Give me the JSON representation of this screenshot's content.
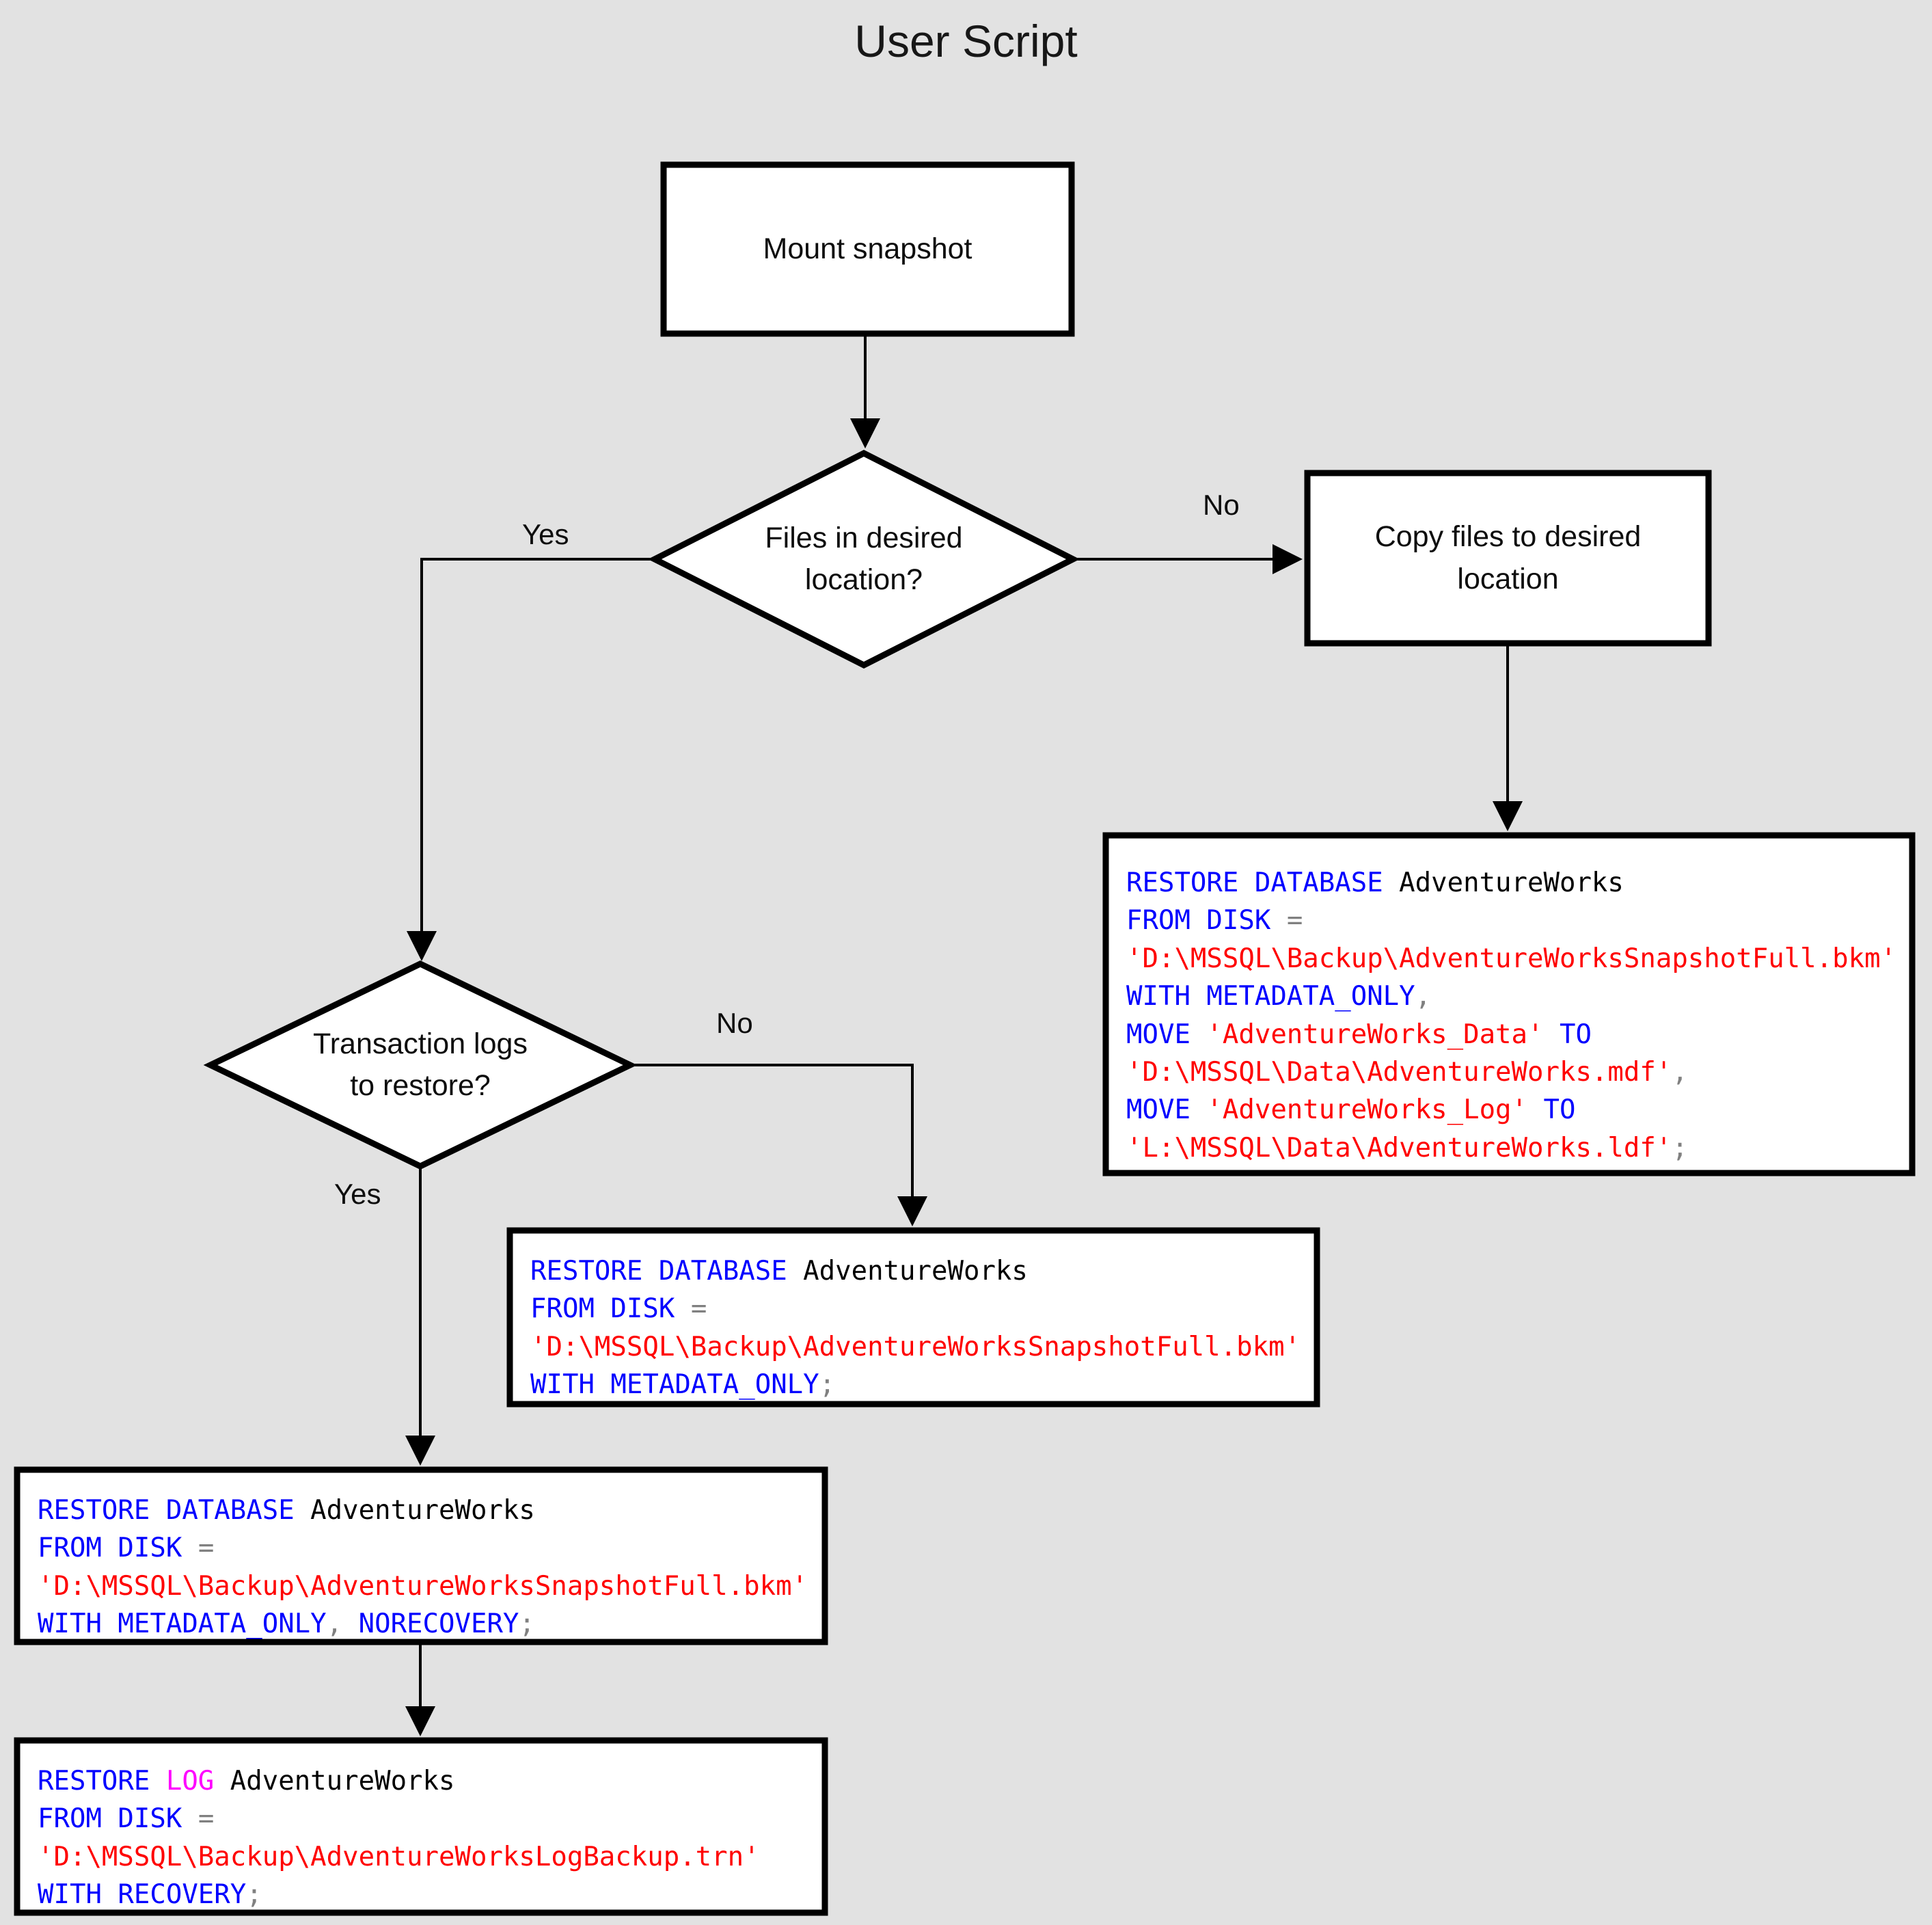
{
  "title": "User Script",
  "theme": {
    "background": "#e2e2e2",
    "shape_fill": "#ffffff",
    "shape_stroke": "#000000",
    "keyword_color": "#0000ff",
    "string_color": "#ff0000",
    "identifier_color": "#000000",
    "punctuation_color": "#808080",
    "log_keyword_color": "#ff00ff"
  },
  "nodes": {
    "mount_snapshot": {
      "label": "Mount snapshot",
      "type": "process"
    },
    "files_in_location": {
      "label": "Files in desired location?",
      "type": "decision"
    },
    "copy_files": {
      "label": "Copy files to desired location",
      "type": "process"
    },
    "transaction_logs": {
      "label": "Transaction logs to restore?",
      "type": "decision"
    }
  },
  "edge_labels": {
    "files_yes": "Yes",
    "files_no": "No",
    "logs_no": "No",
    "logs_yes": "Yes"
  },
  "code_blocks": {
    "restore_with_move": {
      "lines": [
        [
          {
            "t": "RESTORE DATABASE ",
            "c": "kw"
          },
          {
            "t": "AdventureWorks",
            "c": "id"
          }
        ],
        [
          {
            "t": "FROM DISK ",
            "c": "kw"
          },
          {
            "t": "=",
            "c": "pun"
          }
        ],
        [
          {
            "t": "'D:\\MSSQL\\Backup\\AdventureWorksSnapshotFull.bkm'",
            "c": "str"
          }
        ],
        [
          {
            "t": "WITH METADATA_ONLY",
            "c": "kw"
          },
          {
            "t": ",",
            "c": "pun"
          }
        ],
        [
          {
            "t": "MOVE ",
            "c": "kw"
          },
          {
            "t": "'AdventureWorks_Data'",
            "c": "str"
          },
          {
            "t": " TO",
            "c": "kw"
          }
        ],
        [
          {
            "t": "'D:\\MSSQL\\Data\\AdventureWorks.mdf'",
            "c": "str"
          },
          {
            "t": ",",
            "c": "pun"
          }
        ],
        [
          {
            "t": "MOVE ",
            "c": "kw"
          },
          {
            "t": "'AdventureWorks_Log'",
            "c": "str"
          },
          {
            "t": " TO",
            "c": "kw"
          }
        ],
        [
          {
            "t": "'L:\\MSSQL\\Data\\AdventureWorks.ldf'",
            "c": "str"
          },
          {
            "t": ";",
            "c": "pun"
          }
        ]
      ]
    },
    "restore_metadata_only": {
      "lines": [
        [
          {
            "t": "RESTORE DATABASE ",
            "c": "kw"
          },
          {
            "t": "AdventureWorks",
            "c": "id"
          }
        ],
        [
          {
            "t": "FROM DISK ",
            "c": "kw"
          },
          {
            "t": "=",
            "c": "pun"
          }
        ],
        [
          {
            "t": "'D:\\MSSQL\\Backup\\AdventureWorksSnapshotFull.bkm'",
            "c": "str"
          }
        ],
        [
          {
            "t": "WITH METADATA_ONLY",
            "c": "kw"
          },
          {
            "t": ";",
            "c": "pun"
          }
        ]
      ]
    },
    "restore_norecovery": {
      "lines": [
        [
          {
            "t": "RESTORE DATABASE ",
            "c": "kw"
          },
          {
            "t": "AdventureWorks",
            "c": "id"
          }
        ],
        [
          {
            "t": "FROM DISK ",
            "c": "kw"
          },
          {
            "t": "=",
            "c": "pun"
          }
        ],
        [
          {
            "t": "'D:\\MSSQL\\Backup\\AdventureWorksSnapshotFull.bkm'",
            "c": "str"
          }
        ],
        [
          {
            "t": "WITH METADATA_ONLY",
            "c": "kw"
          },
          {
            "t": ",",
            "c": "pun"
          },
          {
            "t": " NORECOVERY",
            "c": "kw"
          },
          {
            "t": ";",
            "c": "pun"
          }
        ]
      ]
    },
    "restore_log": {
      "lines": [
        [
          {
            "t": "RESTORE ",
            "c": "kw"
          },
          {
            "t": "LOG",
            "c": "logkw"
          },
          {
            "t": " ",
            "c": "kw"
          },
          {
            "t": "AdventureWorks",
            "c": "id"
          }
        ],
        [
          {
            "t": "FROM DISK ",
            "c": "kw"
          },
          {
            "t": "=",
            "c": "pun"
          }
        ],
        [
          {
            "t": "'D:\\MSSQL\\Backup\\AdventureWorksLogBackup.trn'",
            "c": "str"
          }
        ],
        [
          {
            "t": "WITH RECOVERY",
            "c": "kw"
          },
          {
            "t": ";",
            "c": "pun"
          }
        ]
      ]
    }
  }
}
